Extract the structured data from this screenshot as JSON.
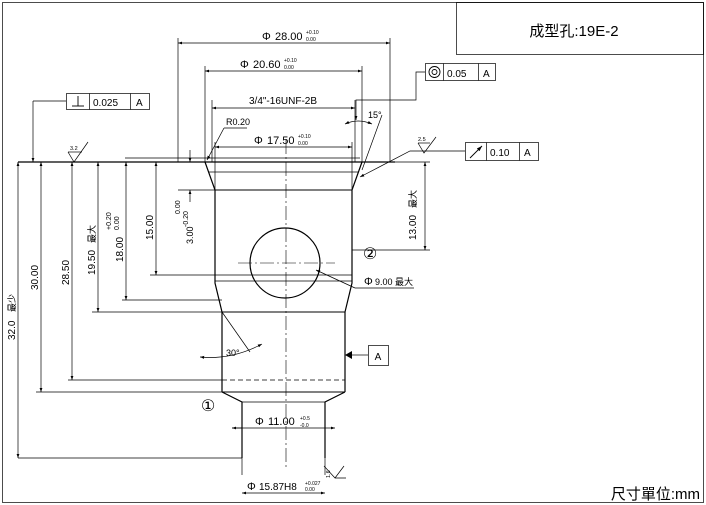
{
  "title_block": {
    "title": "成型孔:19E-2"
  },
  "units_note": "尺寸單位:mm",
  "symbols": {
    "diameter": "Φ"
  },
  "dims": {
    "d28": {
      "value": "28.00",
      "upper": "+0.10",
      "lower": "0.00"
    },
    "d20": {
      "value": "20.60",
      "upper": "+0.10",
      "lower": "0.00"
    },
    "thread": "3/4\"-16UNF-2B",
    "radius": "R0.20",
    "d17": {
      "value": "17.50",
      "upper": "+0.10",
      "lower": "0.00"
    },
    "angle15": "15°",
    "d9": {
      "value": "9.00",
      "suffix": "最大"
    },
    "d11": {
      "value": "11.00",
      "upper": "+0.5",
      "lower": "-0.0"
    },
    "d15": {
      "value": "15.87H8",
      "upper": "+0.027",
      "lower": "0.00"
    },
    "angle30": "30°",
    "v_total": {
      "value": "32.0",
      "suffix": "最少"
    },
    "v30": "30.00",
    "v28": "28.50",
    "v19": {
      "value": "19.50",
      "suffix": "最大"
    },
    "v18": {
      "value": "18.00",
      "upper": "+0.20",
      "lower": "0.00"
    },
    "v15": "15.00",
    "v3": {
      "value": "3.00",
      "upper": "0.00",
      "lower": "-0.20"
    },
    "v13": {
      "value": "13.00",
      "suffix": "最大"
    }
  },
  "gdt": {
    "perp": {
      "value": "0.025",
      "datum": "A"
    },
    "conc": {
      "value": "0.05",
      "datum": "A"
    },
    "runout": {
      "value": "0.10",
      "datum": "A"
    },
    "datum_label": "A"
  },
  "roughness": {
    "top_left": "3.2",
    "top_right": "2.5",
    "bottom": "1.6"
  },
  "callouts": {
    "one": "①",
    "two": "②"
  }
}
